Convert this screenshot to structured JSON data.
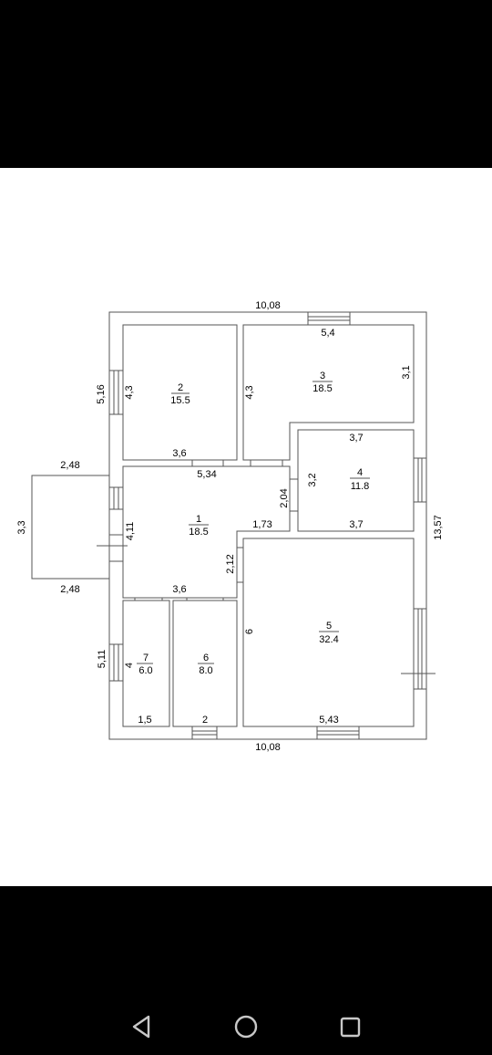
{
  "plan": {
    "overall": {
      "top_width": "10,08",
      "bottom_width": "10,08",
      "right_height": "13,57"
    },
    "porch": {
      "top_width": "2,48",
      "bottom_width": "2,48",
      "depth": "3,3"
    },
    "rooms": [
      {
        "id": "1",
        "area": "18.5"
      },
      {
        "id": "2",
        "area": "15.5"
      },
      {
        "id": "3",
        "area": "18.5"
      },
      {
        "id": "4",
        "area": "11.8"
      },
      {
        "id": "5",
        "area": "32.4"
      },
      {
        "id": "6",
        "area": "8.0"
      },
      {
        "id": "7",
        "area": "6.0"
      }
    ],
    "dims": {
      "r3_top": "5,4",
      "r3_right": "3,1",
      "r3_left": "4,3",
      "r2_left_outer": "5,16",
      "r2_left_inner": "4,3",
      "r2_bottom": "3,6",
      "r1_top": "5,34",
      "r1_left": "4,11",
      "r1_right": "2,04",
      "r1_right_low": "2,12",
      "r1_bottom": "3,6",
      "r1_mid": "1,73",
      "r4_top": "3,7",
      "r4_bottom": "3,7",
      "r4_left": "3,2",
      "r5_left": "6",
      "r5_bottom": "5,43",
      "r7_left_outer": "5,11",
      "r7_left_inner": "4",
      "r7_bottom": "1,5",
      "r6_bottom": "2"
    }
  },
  "navigation": {
    "back": "back-icon",
    "home": "home-icon",
    "recents": "recents-icon"
  }
}
